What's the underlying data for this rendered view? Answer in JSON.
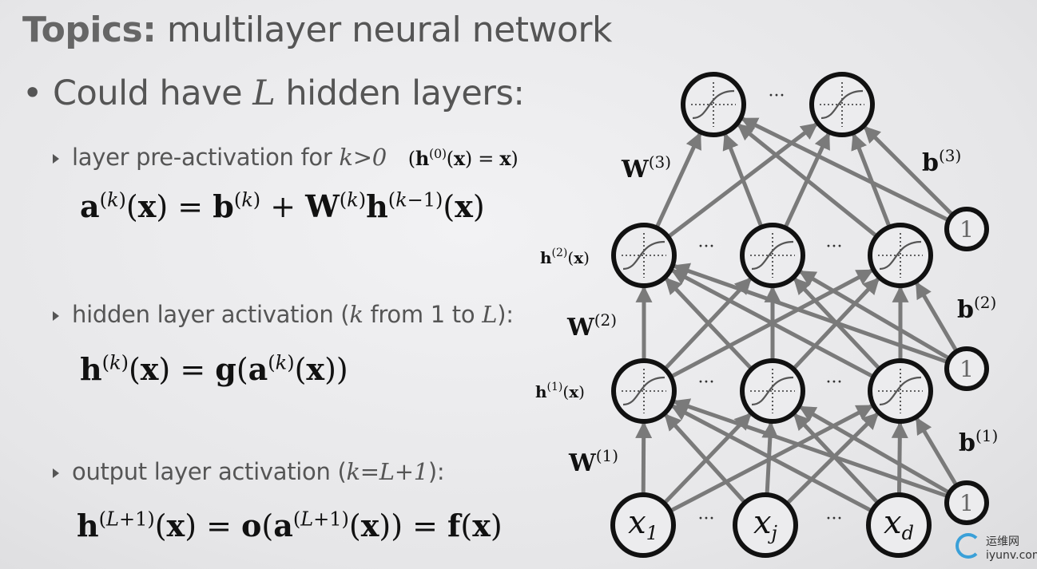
{
  "slide": {
    "title_bold": "Topics:",
    "title_rest": " multilayer neural network",
    "bullet_prefix": "• Could have ",
    "bullet_var": "L",
    "bullet_suffix": " hidden layers:"
  },
  "items": [
    {
      "label": "layer pre-activation for ",
      "cond": "k>0",
      "note": "(h(0)(x) = x)",
      "equation": "a(k)(x) = b(k) + W(k)h(k−1)(x)"
    },
    {
      "label": "hidden layer activation (",
      "cond": "k",
      "label2": " from 1 to ",
      "cond2": "L",
      "label3": "):",
      "equation": "h(k)(x) = g(a(k)(x))"
    },
    {
      "label": "output layer activation (",
      "cond": "k=L+1",
      "label3": "):",
      "equation": "h(L+1)(x) = o(a(L+1)(x)) = f(x)"
    }
  ],
  "diagram": {
    "layer_labels": {
      "h1": "h(1)(x)",
      "h2": "h(2)(x)"
    },
    "weight_labels": [
      "W(1)",
      "W(2)",
      "W(3)"
    ],
    "bias_labels": [
      "b(1)",
      "b(2)",
      "b(3)"
    ],
    "bias_node_text": "1",
    "inputs": [
      "x1",
      "xj",
      "xd"
    ],
    "ellipsis": "···",
    "stroke_color": "#7a7a7a",
    "node_color": "#111111"
  },
  "watermark": {
    "line1": "运维网",
    "line2": "iyunv.com",
    "icon": "swirl-logo-icon",
    "color": "#3aa0d8"
  }
}
